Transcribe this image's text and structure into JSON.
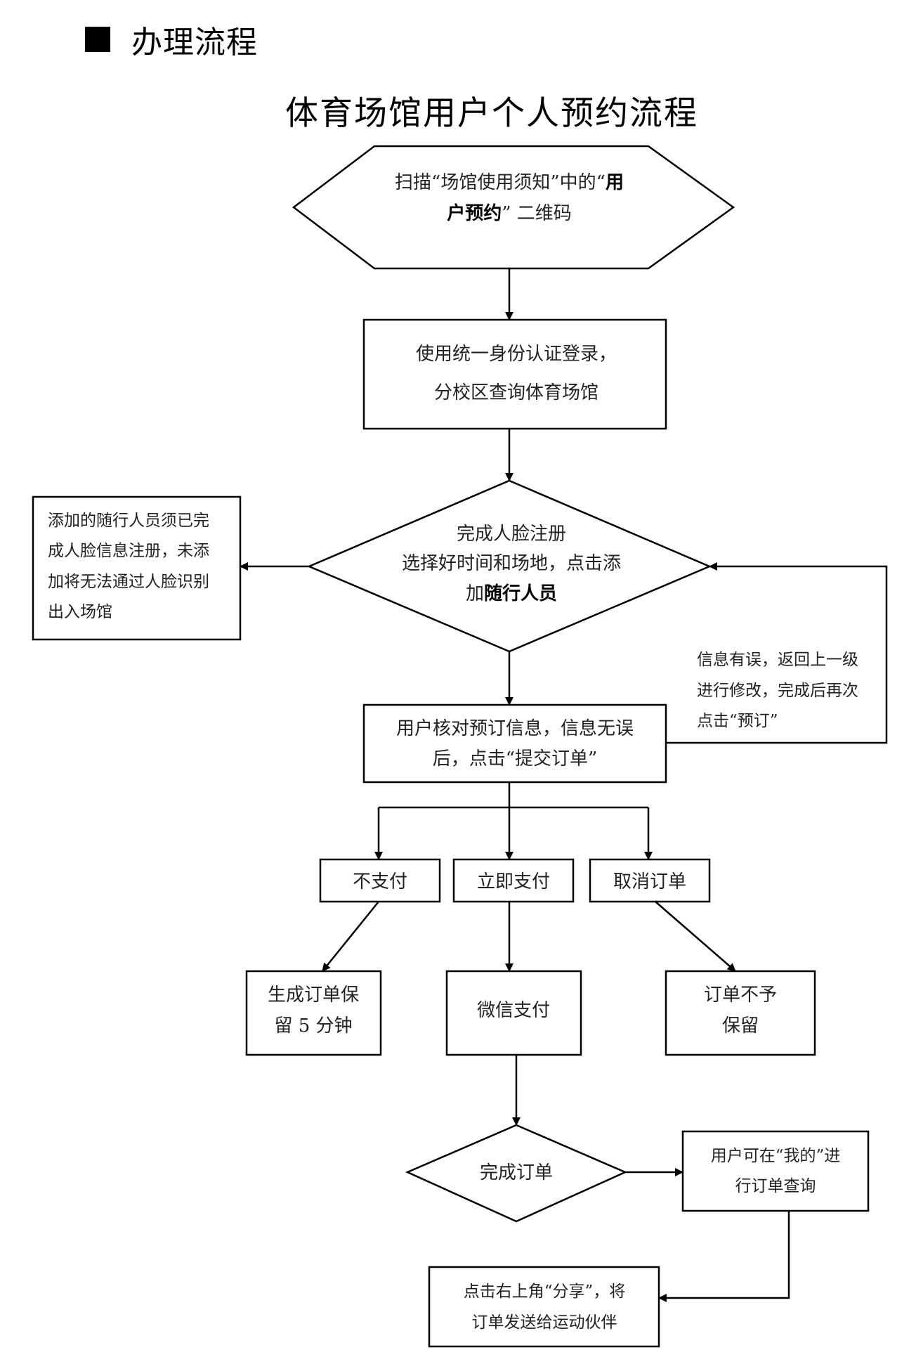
{
  "section_heading": {
    "marker": "■",
    "text": "办理流程"
  },
  "diagram_title": "体育场馆用户个人预约流程",
  "nodes": {
    "scan_qr": {
      "shape": "hexagon",
      "lines": [
        [
          {
            "text": "扫描“场馆使用须知”中的“",
            "bold": false
          },
          {
            "text": "用",
            "bold": true
          }
        ],
        [
          {
            "text": "户预约",
            "bold": true
          },
          {
            "text": "” 二维码",
            "bold": false
          }
        ]
      ]
    },
    "login": {
      "shape": "rect",
      "lines": [
        "使用统一身份认证登录，",
        "分校区查询体育场馆"
      ]
    },
    "face_register": {
      "shape": "diamond",
      "lines": [
        [
          {
            "text": "完成人脸注册",
            "bold": false
          }
        ],
        [
          {
            "text": "选择好时间和场地，点击添",
            "bold": false
          }
        ],
        [
          {
            "text": "加",
            "bold": false
          },
          {
            "text": "随行人员",
            "bold": true
          }
        ]
      ]
    },
    "companion_note": {
      "shape": "rect",
      "lines": [
        "添加的随行人员须已完",
        "成人脸信息注册，未添",
        "加将无法通过人脸识别",
        "出入场馆"
      ]
    },
    "verify_order": {
      "shape": "rect",
      "lines": [
        "用户核对预订信息，信息无误",
        "后，点击“提交订单”"
      ]
    },
    "error_note": {
      "shape": "label",
      "lines": [
        "信息有误，返回上一级",
        "进行修改，完成后再次",
        "点击“预订”"
      ]
    },
    "no_pay": {
      "shape": "rect",
      "lines": [
        "不支付"
      ]
    },
    "pay_now": {
      "shape": "rect",
      "lines": [
        "立即支付"
      ]
    },
    "cancel_order": {
      "shape": "rect",
      "lines": [
        "取消订单"
      ]
    },
    "hold_order": {
      "shape": "rect",
      "lines": [
        "生成订单保",
        "留 5 分钟"
      ]
    },
    "wechat_pay": {
      "shape": "rect",
      "lines": [
        "微信支付"
      ]
    },
    "not_kept": {
      "shape": "rect",
      "lines": [
        "订单不予",
        "保留"
      ]
    },
    "order_done": {
      "shape": "diamond",
      "lines": [
        "完成订单"
      ]
    },
    "check_mine": {
      "shape": "rect",
      "lines": [
        "用户可在“我的”进",
        "行订单查询"
      ]
    },
    "share_order": {
      "shape": "rect",
      "lines": [
        "点击右上角“分享”，将",
        "订单发送给运动伙伴"
      ]
    }
  },
  "edges": [
    {
      "from": "scan_qr",
      "to": "login"
    },
    {
      "from": "login",
      "to": "face_register"
    },
    {
      "from": "face_register",
      "to": "companion_note"
    },
    {
      "from": "face_register",
      "to": "verify_order"
    },
    {
      "from": "verify_order",
      "to": "face_register",
      "label_node": "error_note"
    },
    {
      "from": "verify_order",
      "to": "no_pay"
    },
    {
      "from": "verify_order",
      "to": "pay_now"
    },
    {
      "from": "verify_order",
      "to": "cancel_order"
    },
    {
      "from": "no_pay",
      "to": "hold_order"
    },
    {
      "from": "pay_now",
      "to": "wechat_pay"
    },
    {
      "from": "cancel_order",
      "to": "not_kept"
    },
    {
      "from": "wechat_pay",
      "to": "order_done"
    },
    {
      "from": "order_done",
      "to": "check_mine"
    },
    {
      "from": "check_mine",
      "to": "share_order"
    }
  ],
  "colors": {
    "stroke": "#000000",
    "text": "#222222",
    "background": "#ffffff"
  }
}
